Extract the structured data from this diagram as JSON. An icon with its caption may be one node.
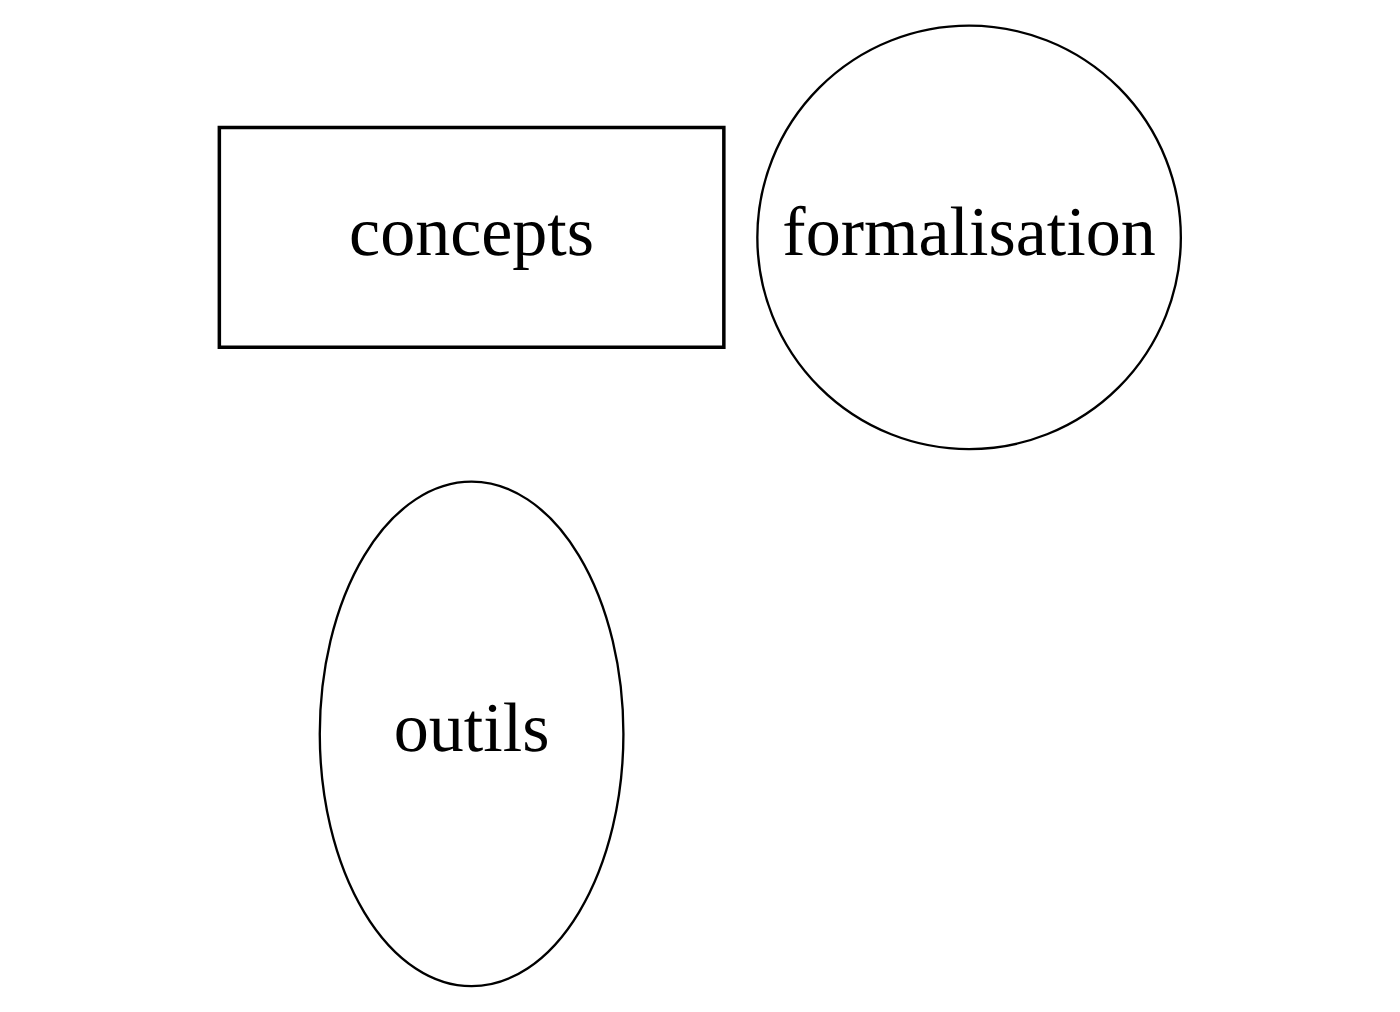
{
  "diagram": {
    "nodes": [
      {
        "text": [
          "concepts"
        ]
      },
      {
        "text": [
          "formalisation"
        ]
      },
      {
        "text": [
          "outils"
        ]
      }
    ]
  }
}
